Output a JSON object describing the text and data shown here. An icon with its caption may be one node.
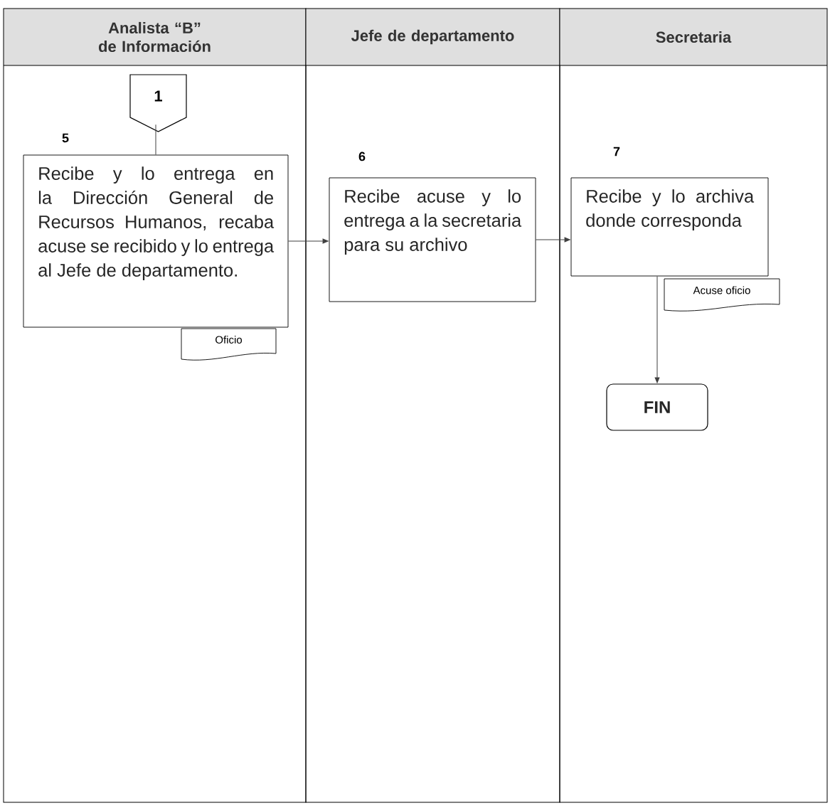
{
  "diagram": {
    "nodes": [
      {
        "text": [
          "Analista “B” de Información"
        ]
      },
      {
        "text": [
          "Jefe de departamento"
        ]
      },
      {
        "text": [
          "Secretaria"
        ]
      },
      {
        "text": [
          "1"
        ],
        "in": 0
      },
      {
        "text": [
          "Recibe y lo entrega en la Dirección General de Recursos Humanos, recaba acuse se recibido y lo entrega al Jefe de departamento."
        ],
        "beside": [
          "5"
        ],
        "in": 0
      },
      {
        "text": [
          "Oficio"
        ],
        "in": 0
      },
      {
        "text": [
          "Recibe acuse y lo entrega a la secretaria para su archivo"
        ],
        "beside": [
          "6"
        ],
        "in": 1
      },
      {
        "text": [
          "Recibe y lo archiva donde corresponda"
        ],
        "beside": [
          "7"
        ],
        "in": 2
      },
      {
        "text": [
          "Acuse oficio"
        ],
        "in": 2
      },
      {
        "text": [
          "FIN"
        ],
        "in": 2
      }
    ],
    "edges": [
      {
        "from": 3,
        "to": 4,
        "arrow": "none"
      },
      {
        "from": 4,
        "to": 6,
        "arrow": "to"
      },
      {
        "from": 6,
        "to": 7,
        "arrow": "to"
      },
      {
        "from": 7,
        "to": 9,
        "arrow": "to"
      }
    ]
  }
}
